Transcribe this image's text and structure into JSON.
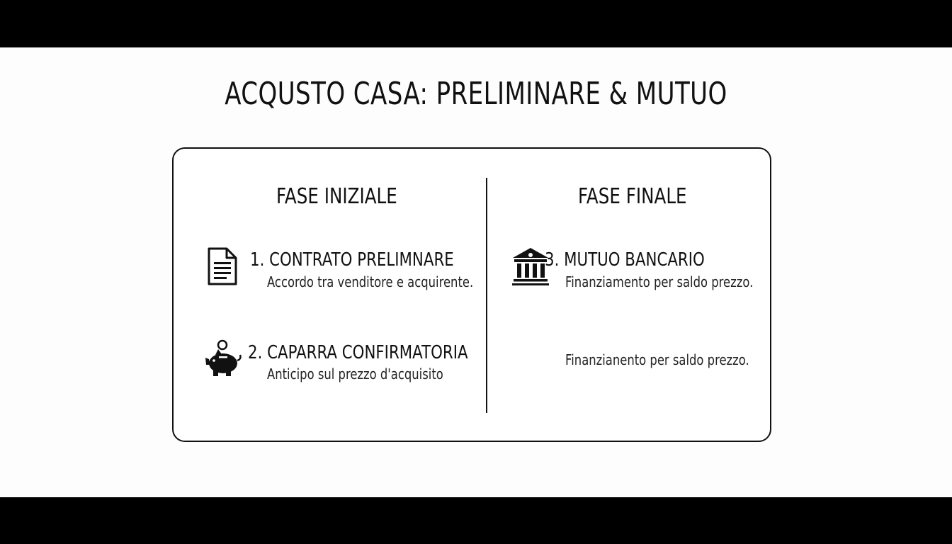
{
  "title": "ACQUSTO CASA: PRELIMINARE & MUTUO",
  "left_phase": {
    "heading": "FASE INIZIALE",
    "items": [
      {
        "icon": "document-icon",
        "title": "1. CONTRATO PRELIMNARE",
        "description": "Accordo tra venditore e acquirente."
      },
      {
        "icon": "piggy-bank-icon",
        "title": "2. CAPARRA CONFIRMATORIA",
        "description": "Anticipo sul prezzo d'acquisito"
      }
    ]
  },
  "right_phase": {
    "heading": "FASE FINALE",
    "items": [
      {
        "icon": "bank-icon",
        "title": "3. MUTUO BANCARIO",
        "description": "Finanziamento per saldo prezzo."
      },
      {
        "title": "",
        "description": "Finanzianento per saldo prezzo."
      }
    ]
  },
  "colors": {
    "background": "#fdfdfd",
    "letterbox": "#000000",
    "ink": "#111111"
  }
}
